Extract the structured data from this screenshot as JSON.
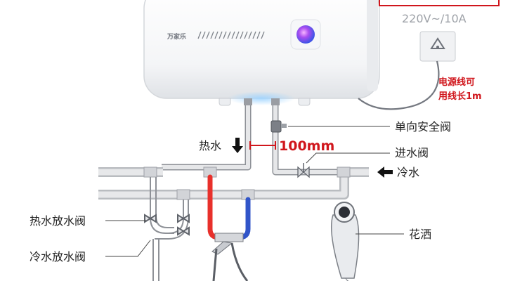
{
  "heater": {
    "brand": "万家乐"
  },
  "power": {
    "rating": "220V~/10A",
    "cord_note_line1": "电源线可",
    "cord_note_line2": "用线长1m"
  },
  "labels": {
    "hot_water": "热水",
    "distance": "100mm",
    "check_valve": "单向安全阀",
    "inlet_valve": "进水阀",
    "cold_water": "冷水",
    "hot_drain_valve": "热水放水阀",
    "cold_drain_valve": "冷水放水阀",
    "shower": "花洒"
  },
  "colors": {
    "hot_pipe": "#e8302b",
    "cold_pipe": "#3155c9",
    "annotation_red": "#d0161c",
    "pipe_gray": "#b9bcc0"
  },
  "icons": {
    "arrow_down": "arrow-down-icon",
    "arrow_left": "arrow-left-icon",
    "socket": "power-socket-icon"
  }
}
